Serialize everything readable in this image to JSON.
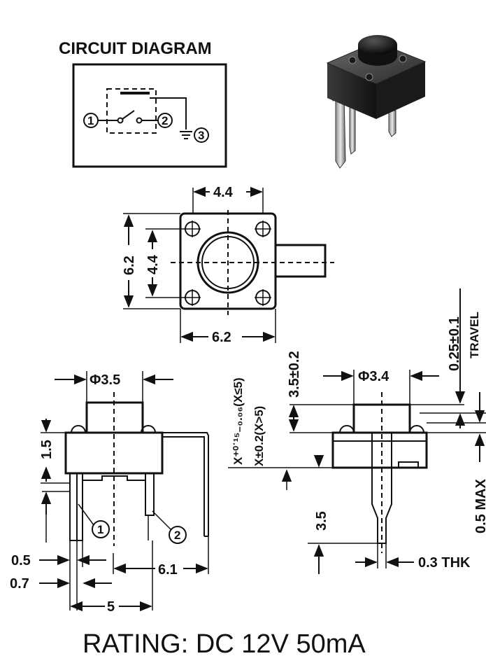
{
  "circuit": {
    "title": "CIRCUIT DIAGRAM",
    "pin1": "1",
    "pin2": "2",
    "pin3": "3"
  },
  "top_view": {
    "width_top": "4.4",
    "height_left": "6.2",
    "height_inner": "4.4",
    "width_bottom": "6.2"
  },
  "front_view": {
    "diameter": "Φ3.5",
    "height_a": "1.5",
    "pin1": "1",
    "pin2": "2",
    "pin_width": "0.5",
    "pin_pitch_small": "0.7",
    "pin_span": "6.1",
    "pin_spacing": "5"
  },
  "side_view": {
    "diameter": "Φ3.4",
    "cap_height": "3.5±0.2",
    "travel_value": "0.25±0.1",
    "travel_label": "TRAVEL",
    "x_tol_a": "X⁺⁰˙¹⁵₋₀.₀₆(X≤5)",
    "x_tol_b": "X±0.2(X>5)",
    "pin_length": "3.5",
    "max_label": "0.5 MAX",
    "thickness": "0.3 THK"
  },
  "rating": "RATING: DC 12V 50mA"
}
